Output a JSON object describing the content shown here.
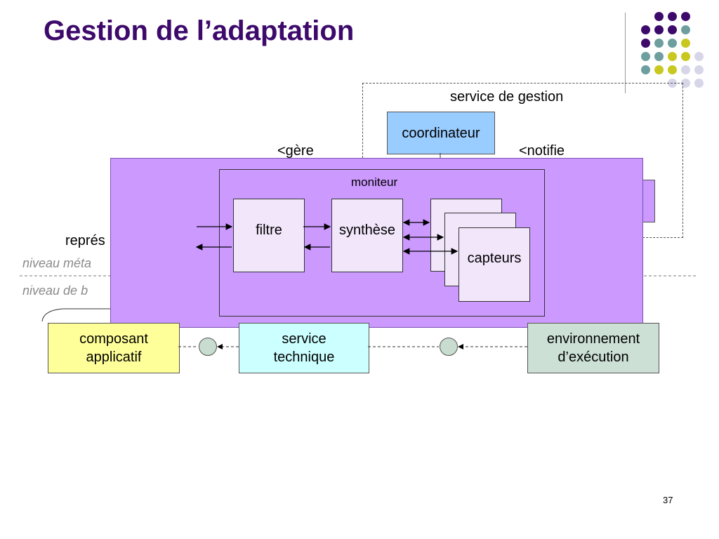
{
  "slide": {
    "title": "Gestion de l’adaptation",
    "page_number": "37"
  },
  "decoration": {
    "dot_colors": {
      "purple": "#3d0a6b",
      "teal": "#6e9e9e",
      "olive": "#c8c820",
      "lavender": "#d6d6e8"
    }
  },
  "diagram": {
    "service_gestion_label": "service de gestion",
    "coordinateur_label": "coordinateur",
    "gere_label": "<gère",
    "notifie_label": "<notifie",
    "representation_label": "représ",
    "niveau_meta_label": "niveau méta",
    "niveau_base_label": "niveau de b",
    "moniteur_label": "moniteur",
    "filtre_label": "filtre",
    "synthese_label": "synthèse",
    "capteurs_label": "capteurs",
    "composant_line1": "composant",
    "composant_line2": "applicatif",
    "service_line1": "service",
    "service_line2": "technique",
    "environnement_line1": "environnement",
    "environnement_line2": "d’exécution",
    "colors": {
      "overlay": "#cc99ff",
      "coordinateur": "#99ccff",
      "composant": "#ffff99",
      "service_technique": "#ccffff",
      "environnement": "#cce0d6"
    }
  }
}
